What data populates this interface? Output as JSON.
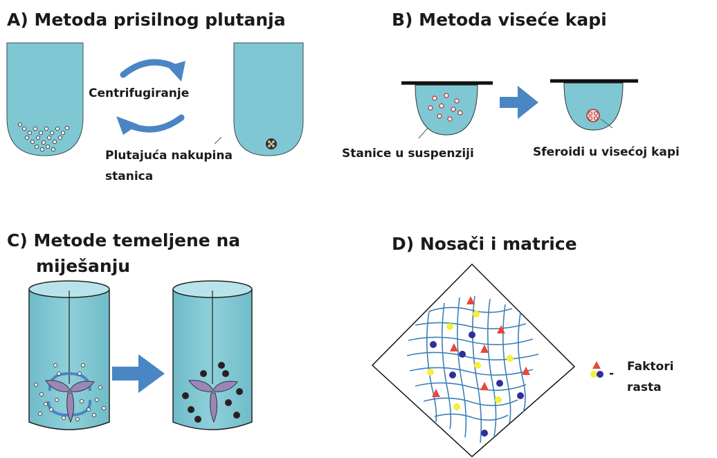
{
  "colors": {
    "liquid": "#7FC8D3",
    "liquid_dark": "#5FAFC0",
    "arrow": "#4A86C3",
    "impeller": "#9A86B8",
    "fibers": "#3A7FB8",
    "factor_red": "#E8473A",
    "factor_yellow": "#F6EE3A",
    "factor_blue": "#2E2F9A"
  },
  "panel_a": {
    "title": "A) Metoda prisilnog plutanja",
    "process_label": "Centrifugiranje",
    "aggregate_label_line1": "Plutajuća nakupina",
    "aggregate_label_line2": "stanica"
  },
  "panel_b": {
    "title": "B) Metoda viseće kapi",
    "left_label": "Stanice u suspenziji",
    "right_label": "Sferoidi u visećoj kapi"
  },
  "panel_c": {
    "title_line1": "C) Metode temeljene na",
    "title_line2": "miješanju"
  },
  "panel_d": {
    "title": "D) Nosači i matrice",
    "legend_dash": "-",
    "legend_line1": "Faktori",
    "legend_line2": "rasta"
  }
}
